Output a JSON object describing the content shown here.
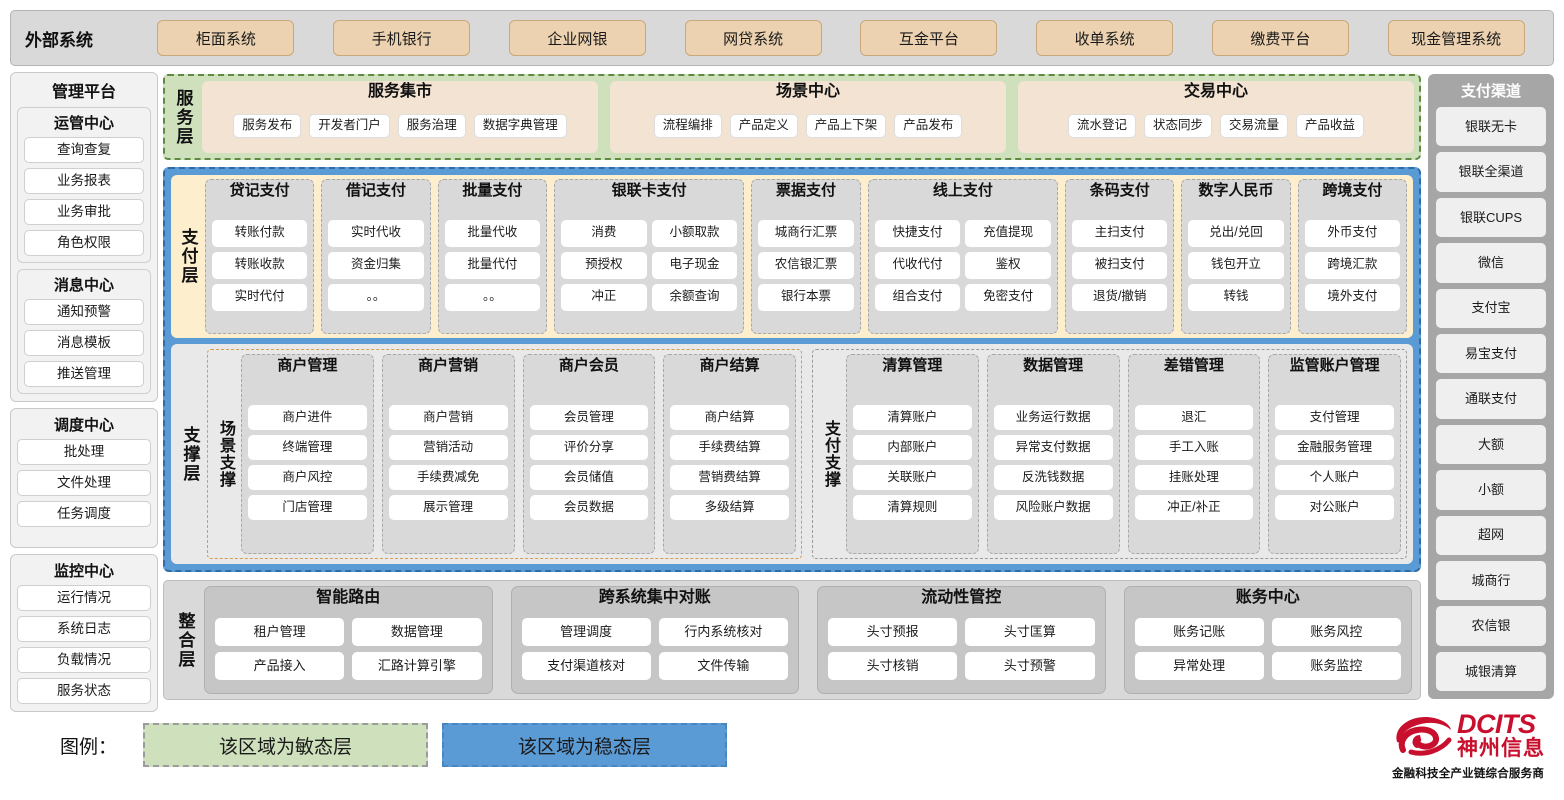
{
  "external_systems": {
    "title": "外部系统",
    "items": [
      "柜面系统",
      "手机银行",
      "企业网银",
      "网贷系统",
      "互金平台",
      "收单系统",
      "缴费平台",
      "现金管理系统"
    ]
  },
  "management_platform": {
    "title": "管理平台",
    "groups": [
      {
        "title": "运管中心",
        "items": [
          "查询查复",
          "业务报表",
          "业务审批",
          "角色权限"
        ]
      },
      {
        "title": "消息中心",
        "items": [
          "通知预警",
          "消息模板",
          "推送管理"
        ]
      },
      {
        "title": "调度中心",
        "items": [
          "批处理",
          "文件处理",
          "任务调度"
        ]
      },
      {
        "title": "监控中心",
        "items": [
          "运行情况",
          "系统日志",
          "负载情况",
          "服务状态"
        ]
      }
    ]
  },
  "service_layer": {
    "label": "服务层",
    "groups": [
      {
        "title": "服务集市",
        "items": [
          "服务发布",
          "开发者门户",
          "服务治理",
          "数据字典管理"
        ]
      },
      {
        "title": "场景中心",
        "items": [
          "流程编排",
          "产品定义",
          "产品上下架",
          "产品发布"
        ]
      },
      {
        "title": "交易中心",
        "items": [
          "流水登记",
          "状态同步",
          "交易流量",
          "产品收益"
        ]
      }
    ]
  },
  "payment_layer": {
    "label": "支付层",
    "groups": [
      {
        "title": "贷记支付",
        "cols": 1,
        "items": [
          "转账付款",
          "转账收款",
          "实时代付"
        ]
      },
      {
        "title": "借记支付",
        "cols": 1,
        "items": [
          "实时代收",
          "资金归集",
          "。。"
        ]
      },
      {
        "title": "批量支付",
        "cols": 1,
        "items": [
          "批量代收",
          "批量代付",
          "。。"
        ]
      },
      {
        "title": "银联卡支付",
        "cols": 2,
        "items": [
          "消费",
          "小额取款",
          "预授权",
          "电子现金",
          "冲正",
          "余额查询"
        ]
      },
      {
        "title": "票据支付",
        "cols": 1,
        "items": [
          "城商行汇票",
          "农信银汇票",
          "银行本票"
        ]
      },
      {
        "title": "线上支付",
        "cols": 2,
        "items": [
          "快捷支付",
          "充值提现",
          "代收代付",
          "鉴权",
          "组合支付",
          "免密支付"
        ]
      },
      {
        "title": "条码支付",
        "cols": 1,
        "items": [
          "主扫支付",
          "被扫支付",
          "退货/撤销"
        ]
      },
      {
        "title": "数字人民币",
        "cols": 1,
        "items": [
          "兑出/兑回",
          "钱包开立",
          "转钱"
        ]
      },
      {
        "title": "跨境支付",
        "cols": 1,
        "items": [
          "外币支付",
          "跨境汇款",
          "境外支付"
        ]
      }
    ]
  },
  "support_layer": {
    "label": "支撑层",
    "halves": [
      {
        "label": "场景支撑",
        "style": "orange",
        "groups": [
          {
            "title": "商户管理",
            "items": [
              "商户进件",
              "终端管理",
              "商户风控",
              "门店管理"
            ]
          },
          {
            "title": "商户营销",
            "items": [
              "商户营销",
              "营销活动",
              "手续费减免",
              "展示管理"
            ]
          },
          {
            "title": "商户会员",
            "items": [
              "会员管理",
              "评价分享",
              "会员储值",
              "会员数据"
            ]
          },
          {
            "title": "商户结算",
            "items": [
              "商户结算",
              "手续费结算",
              "营销费结算",
              "多级结算"
            ]
          }
        ]
      },
      {
        "label": "支付支撑",
        "style": "grey",
        "groups": [
          {
            "title": "清算管理",
            "items": [
              "清算账户",
              "内部账户",
              "关联账户",
              "清算规则"
            ]
          },
          {
            "title": "数据管理",
            "items": [
              "业务运行数据",
              "异常支付数据",
              "反洗钱数据",
              "风险账户数据"
            ]
          },
          {
            "title": "差错管理",
            "items": [
              "退汇",
              "手工入账",
              "挂账处理",
              "冲正/补正"
            ]
          },
          {
            "title": "监管账户管理",
            "items": [
              "支付管理",
              "金融服务管理",
              "个人账户",
              "对公账户"
            ]
          }
        ]
      }
    ]
  },
  "integration_layer": {
    "label": "整合层",
    "groups": [
      {
        "title": "智能路由",
        "items": [
          "租户管理",
          "数据管理",
          "产品接入",
          "汇路计算引擎"
        ]
      },
      {
        "title": "跨系统集中对账",
        "items": [
          "管理调度",
          "行内系统核对",
          "支付渠道核对",
          "文件传输"
        ]
      },
      {
        "title": "流动性管控",
        "items": [
          "头寸预报",
          "头寸匡算",
          "头寸核销",
          "头寸预警"
        ]
      },
      {
        "title": "账务中心",
        "items": [
          "账务记账",
          "账务风控",
          "异常处理",
          "账务监控"
        ]
      }
    ]
  },
  "payment_channels": {
    "title": "支付渠道",
    "items": [
      "银联无卡",
      "银联全渠道",
      "银联CUPS",
      "微信",
      "支付宝",
      "易宝支付",
      "通联支付",
      "大额",
      "小额",
      "超网",
      "城商行",
      "农信银",
      "城银清算"
    ]
  },
  "legend": {
    "label": "图例：",
    "agile": "该区域为敏态层",
    "stable": "该区域为稳态层"
  },
  "logo": {
    "name_en": "DCITS",
    "name_cn": "神州信息",
    "tagline": "金融科技全产业链综合服务商"
  },
  "colors": {
    "agile_green": "#cfe0bc",
    "stable_blue": "#5b9bd5",
    "payment_cream": "#fdeecd",
    "external_tan": "#ecd2b0",
    "channel_grey": "#a6a6a6",
    "brand_red": "#c8102e"
  }
}
